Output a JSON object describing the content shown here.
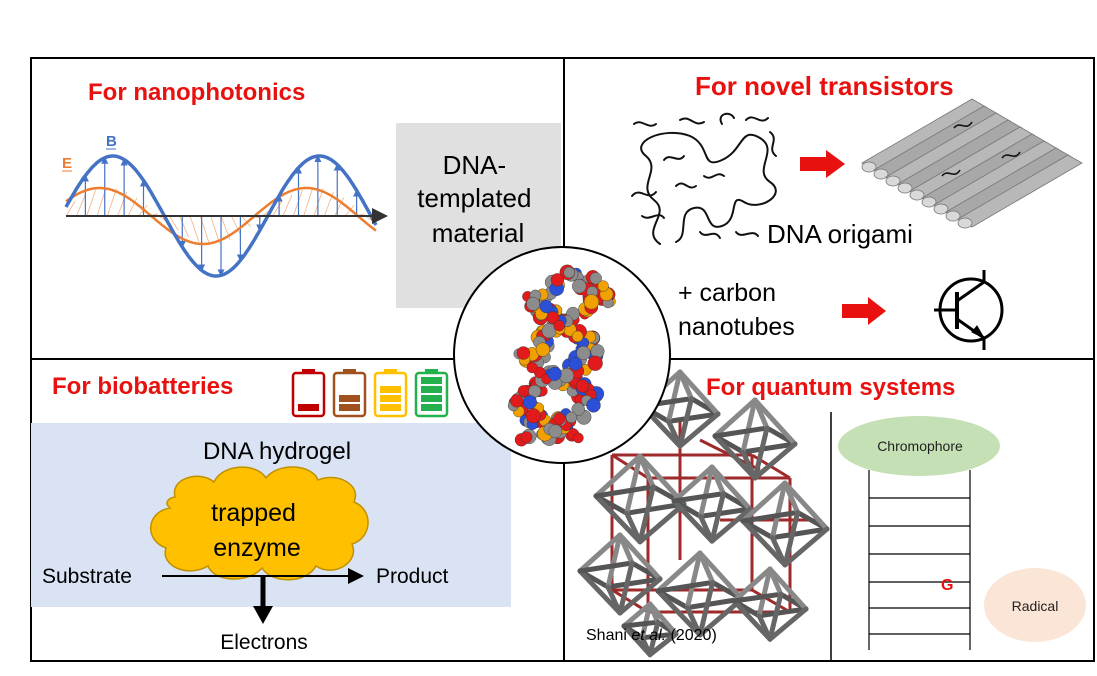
{
  "panels": {
    "nanophotonics": {
      "title": "For nanophotonics",
      "wave_label_b": "B",
      "wave_label_e": "E",
      "material_lines": [
        "DNA-",
        "templated",
        "material"
      ]
    },
    "transistors": {
      "title": "For novel transistors",
      "origami_label": "DNA origami",
      "cnt_lines": [
        "+ carbon",
        "nanotubes"
      ]
    },
    "biobatteries": {
      "title": "For biobatteries",
      "hydrogel_label": "DNA hydrogel",
      "enzyme_lines": [
        "trapped",
        "enzyme"
      ],
      "substrate": "Substrate",
      "product": "Product",
      "electrons": "Electrons",
      "battery_levels": [
        0.25,
        0.5,
        0.75,
        1.0
      ]
    },
    "quantum": {
      "title": "For quantum systems",
      "citation_author": "Shani",
      "citation_etal": "et al.",
      "citation_year": "(2020)",
      "chromophore": "Chromophore",
      "radical": "Radical",
      "base_label": "G"
    }
  },
  "colors": {
    "title_red": "#e8110f",
    "wave_blue": "#4472c4",
    "wave_orange": "#ed7d31",
    "gray_box": "#e0e0e0",
    "hydrogel_bg": "#dae3f3",
    "enzyme_yellow": "#ffc000",
    "chromophore_green": "#c5e0b4",
    "radical_peach": "#fbe5d6",
    "battery_red": "#c00000",
    "battery_brown": "#a0521e",
    "battery_yellow": "#ffc000",
    "battery_green": "#22b14c"
  }
}
